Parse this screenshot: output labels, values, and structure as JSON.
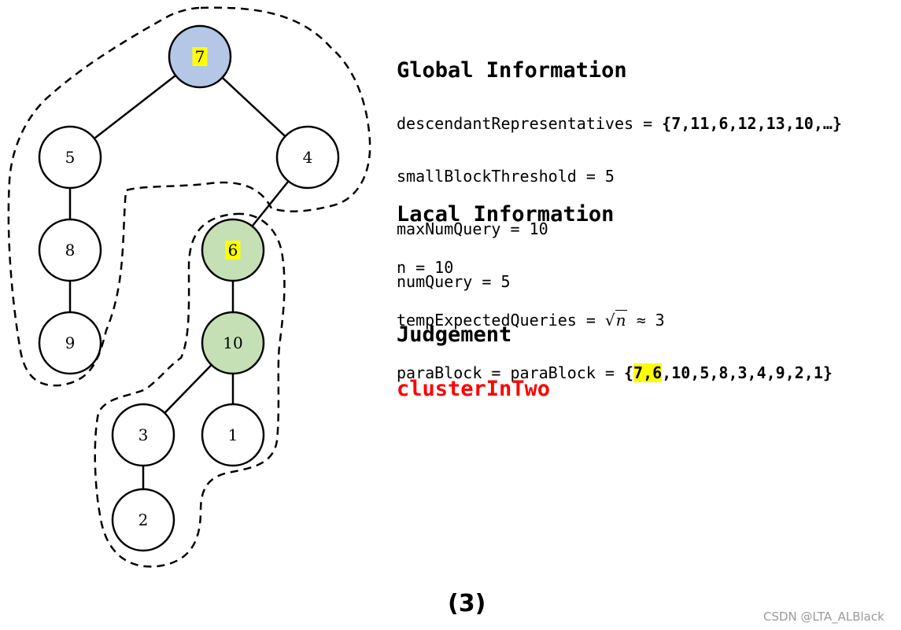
{
  "tree": {
    "nodes": [
      {
        "id": "7",
        "label": "7",
        "fill": "#b4c7e7",
        "highlight": true
      },
      {
        "id": "5",
        "label": "5",
        "fill": "#ffffff",
        "highlight": false
      },
      {
        "id": "4",
        "label": "4",
        "fill": "#ffffff",
        "highlight": false
      },
      {
        "id": "8",
        "label": "8",
        "fill": "#ffffff",
        "highlight": false
      },
      {
        "id": "9",
        "label": "9",
        "fill": "#ffffff",
        "highlight": false
      },
      {
        "id": "6",
        "label": "6",
        "fill": "#c5e0b4",
        "highlight": true
      },
      {
        "id": "10",
        "label": "10",
        "fill": "#c5e0b4",
        "highlight": false
      },
      {
        "id": "3",
        "label": "3",
        "fill": "#ffffff",
        "highlight": false
      },
      {
        "id": "1",
        "label": "1",
        "fill": "#ffffff",
        "highlight": false
      },
      {
        "id": "2",
        "label": "2",
        "fill": "#ffffff",
        "highlight": false
      }
    ],
    "edges": [
      [
        "7",
        "5"
      ],
      [
        "7",
        "4"
      ],
      [
        "5",
        "8"
      ],
      [
        "8",
        "9"
      ],
      [
        "4",
        "6"
      ],
      [
        "6",
        "10"
      ],
      [
        "10",
        "3"
      ],
      [
        "10",
        "1"
      ],
      [
        "3",
        "2"
      ]
    ],
    "highlight_color": "#ffff00"
  },
  "global": {
    "title": "Global Information",
    "descendant_key": "descendantRepresentatives = ",
    "descendant_value": "{7,11,6,12,13,10,…}",
    "small_block": "smallBlockThreshold = 5",
    "max_num_query": "maxNumQuery = 10",
    "num_query": "numQuery = 5"
  },
  "local": {
    "title": "Lacal Information",
    "n_line": "n = 10",
    "temp_prefix": "tempExpectedQueries = ",
    "temp_sqrt": "√",
    "temp_n": "n",
    "temp_suffix": " ≈ 3",
    "para_prefix": "paraBlock = paraBlock = ",
    "para_open": "{",
    "para_highlight": "7,6",
    "para_rest": ",10,5,8,3,4,9,2,1}"
  },
  "judgement": {
    "title": "Judgement",
    "result": "clusterInTwo",
    "result_color": "#ff0000"
  },
  "caption": "(3)",
  "watermark": "CSDN @LTA_ALBlack"
}
